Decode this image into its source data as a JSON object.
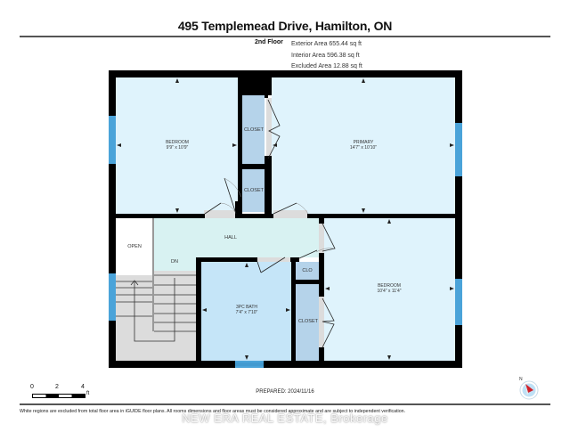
{
  "header": {
    "title": "495 Templemead Drive, Hamilton, ON",
    "floor_name": "2nd Floor",
    "areas": [
      "Exterior Area 655.44 sq ft",
      "Interior Area 596.38 sq ft",
      "Excluded Area 12.88 sq ft"
    ]
  },
  "rooms": {
    "bedroom_1": {
      "name": "BEDROOM",
      "dims": "9'9\" x 10'9\""
    },
    "primary": {
      "name": "PRIMARY",
      "dims": "14'7\" x 10'10\""
    },
    "bath": {
      "name": "3PC BATH",
      "dims": "7'4\" x 7'10\""
    },
    "bedroom_2": {
      "name": "BEDROOM",
      "dims": "10'4\" x 11'4\""
    },
    "closet_1": "CLOSET",
    "closet_2": "CLOSET",
    "closet_3": "CLOSET",
    "clo": "CLO",
    "hall": "HALL",
    "open": "OPEN",
    "dn": "DN"
  },
  "colors": {
    "room_fill": "#dff3fc",
    "bath_fill": "#c5e5f8",
    "closet_fill": "#b5d3ea",
    "hall_fill": "#d8f2f2",
    "stair_fill": "#dcdcdc",
    "wall": "#000000",
    "window": "#4aa3d9",
    "compass_needle": "#d0202a"
  },
  "footer": {
    "scale": {
      "ticks": [
        "0",
        "2",
        "4"
      ],
      "unit": "ft"
    },
    "prepared": "PREPARED: 2024/11/16",
    "disclaimer": "White regions are excluded from total floor area in iGUIDE floor plans. All rooms dimensions and floor areas must be considered approximate and are subject to independent verification.",
    "watermark": "NEW ERA REAL ESTATE, Brokerage",
    "compass_label": "N"
  }
}
